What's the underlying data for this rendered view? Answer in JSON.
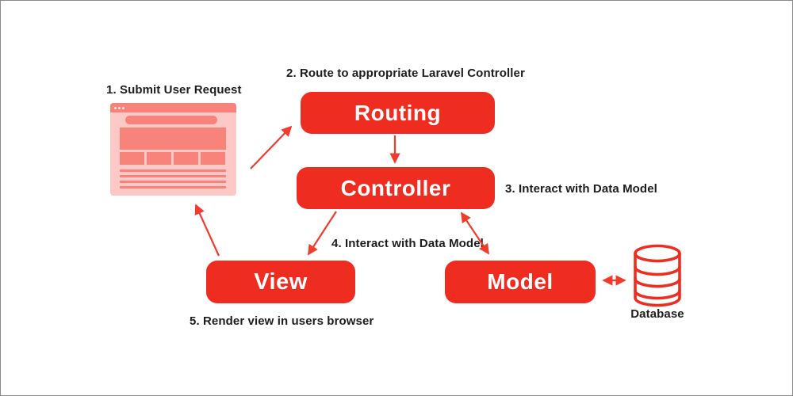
{
  "title": "Laravel MVC request lifecycle diagram",
  "colors": {
    "primary_red": "#ee2d20",
    "arrow_red": "#f23b2c",
    "mock_salmon": "#f8837b",
    "mock_pink": "#fcc9c7",
    "label_dark": "#1d1d1d",
    "node_text": "#ffffff"
  },
  "nodes": {
    "routing": "Routing",
    "controller": "Controller",
    "view": "View",
    "model": "Model"
  },
  "labels": {
    "step1": "1. Submit User Request",
    "step2": "2. Route to appropriate Laravel Controller",
    "step3": "3. Interact with Data Model",
    "step4": "4. Interact with Data Model",
    "step5": "5. Render view in users browser",
    "database": "Database"
  },
  "icons": {
    "browser": "browser-window-icon",
    "database": "database-cylinder-icon"
  }
}
